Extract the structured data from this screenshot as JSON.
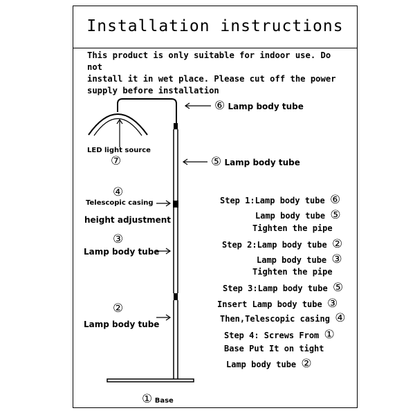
{
  "title": "Installation instructions",
  "warning": "This product is only suitable for indoor use. Do not\ninstall it in wet place. Please cut off the power\nsupply before installation",
  "parts": {
    "p6": {
      "num": "⑥",
      "label": "Lamp body tube"
    },
    "p5": {
      "num": "⑤",
      "label": "Lamp body tube"
    },
    "p7": {
      "num": "⑦",
      "label": "LED light source"
    },
    "p4": {
      "num": "④",
      "label": "Telescopic casing",
      "note": "height adjustment"
    },
    "p3": {
      "num": "③",
      "label": "Lamp body tube"
    },
    "p2": {
      "num": "②",
      "label": "Lamp body tube"
    },
    "p1": {
      "num": "①",
      "label": "Base"
    }
  },
  "steps": [
    {
      "text": "Step 1:Lamp body tube",
      "num": "⑥"
    },
    {
      "text": "Lamp body tube",
      "num": "⑤"
    },
    {
      "text": "Tighten the pipe",
      "num": ""
    },
    {
      "text": "Step 2:Lamp body tube",
      "num": "②"
    },
    {
      "text": "Lamp body tube",
      "num": "③"
    },
    {
      "text": "Tighten the pipe",
      "num": ""
    },
    {
      "text": "Step 3:Lamp body tube",
      "num": "⑤"
    },
    {
      "text": "Insert Lamp body tube",
      "num": "③"
    },
    {
      "text": "Then,Telescopic casing",
      "num": "④"
    },
    {
      "text": "Step 4: Screws From",
      "num": "①"
    },
    {
      "text": "Base Put It on tight",
      "num": ""
    },
    {
      "text": "Lamp body tube",
      "num": "②"
    }
  ]
}
